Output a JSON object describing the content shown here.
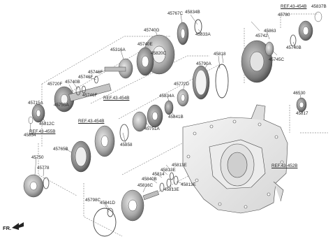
{
  "diagram": {
    "background": "#ffffff",
    "line_color": "#444444",
    "shade_colors": [
      "#cfcfcf",
      "#9a9a9a",
      "#5a5a5a"
    ],
    "references": [
      {
        "key": "r454b_top",
        "text": "REF.43-454B"
      },
      {
        "key": "r454b_mid",
        "text": "REF.43-454B"
      },
      {
        "key": "r454b_low",
        "text": "REF.43-454B"
      },
      {
        "key": "r455b",
        "text": "REF.43-455B"
      },
      {
        "key": "r452b",
        "text": "REF.43-452B"
      }
    ],
    "parts": [
      {
        "key": "p45837b",
        "text": "45837B"
      },
      {
        "key": "p45780",
        "text": "45780"
      },
      {
        "key": "p45863",
        "text": "45863"
      },
      {
        "key": "p45742",
        "text": "45742"
      },
      {
        "key": "p45740b_r",
        "text": "45740B"
      },
      {
        "key": "p45745c",
        "text": "45745C"
      },
      {
        "key": "p45767c",
        "text": "45767C"
      },
      {
        "key": "p45834b",
        "text": "45834B"
      },
      {
        "key": "p45833a",
        "text": "45833A"
      },
      {
        "key": "p45740g",
        "text": "45740G"
      },
      {
        "key": "p45740e",
        "text": "45740E"
      },
      {
        "key": "p45820c",
        "text": "45820C"
      },
      {
        "key": "p45316a",
        "text": "45316A"
      },
      {
        "key": "p45818",
        "text": "45818"
      },
      {
        "key": "p45790a",
        "text": "45790A"
      },
      {
        "key": "p45746f_a",
        "text": "45746F"
      },
      {
        "key": "p45746f_b",
        "text": "45746F"
      },
      {
        "key": "p45720f",
        "text": "45720F"
      },
      {
        "key": "p45740b_l",
        "text": "45740B"
      },
      {
        "key": "p45746f_c",
        "text": "45746F"
      },
      {
        "key": "p45772d",
        "text": "45772D"
      },
      {
        "key": "p45834a",
        "text": "45834A"
      },
      {
        "key": "p45755a",
        "text": "45755A"
      },
      {
        "key": "p45715a",
        "text": "45715A"
      },
      {
        "key": "p45812c",
        "text": "45812C"
      },
      {
        "key": "p45854",
        "text": "45854"
      },
      {
        "key": "p45841b",
        "text": "45841B"
      },
      {
        "key": "p45751a",
        "text": "45751A"
      },
      {
        "key": "p46530",
        "text": "46530"
      },
      {
        "key": "p45817",
        "text": "45817"
      },
      {
        "key": "p45858",
        "text": "45858"
      },
      {
        "key": "p45765b",
        "text": "45765B"
      },
      {
        "key": "p45750",
        "text": "45750"
      },
      {
        "key": "p45778",
        "text": "45778"
      },
      {
        "key": "p45813e_a",
        "text": "45813E"
      },
      {
        "key": "p45813e_b",
        "text": "45813E"
      },
      {
        "key": "p45840b",
        "text": "45840B"
      },
      {
        "key": "p45814",
        "text": "45814"
      },
      {
        "key": "p45813e_c",
        "text": "45813E"
      },
      {
        "key": "p45816c",
        "text": "45816C"
      },
      {
        "key": "p45813e_d",
        "text": "45813E"
      },
      {
        "key": "p45798c",
        "text": "45798C"
      },
      {
        "key": "p45841d",
        "text": "45841D"
      }
    ],
    "direction_label": "FR."
  }
}
